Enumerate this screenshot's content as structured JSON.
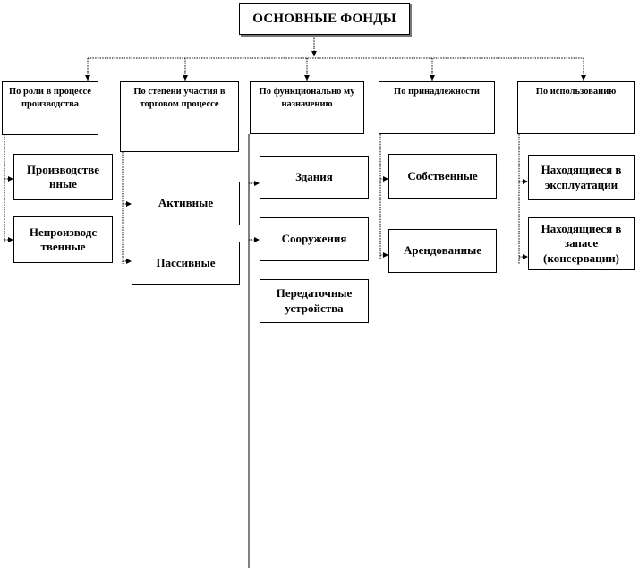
{
  "root": {
    "label": "ОСНОВНЫЕ ФОНДЫ"
  },
  "categories": [
    {
      "label": "По роли в процессе производства",
      "children": [
        "Производственные",
        "Непроизводственные"
      ]
    },
    {
      "label": "По степени участия в торговом процессе",
      "children": [
        "Активные",
        "Пассивные"
      ]
    },
    {
      "label": "По функциональному назначению",
      "children": [
        "Здания",
        "Сооружения",
        "Передаточные устройства"
      ]
    },
    {
      "label": "По принадлежности",
      "children": [
        "Собственные",
        "Арендованные"
      ]
    },
    {
      "label": "По использованию",
      "children": [
        "Находящиеся в эксплуатации",
        "Находящиеся в запасе (консервации)"
      ]
    }
  ],
  "display": {
    "c0_head": "По роли в процессе производства",
    "c0_i0": "Производстве нные",
    "c0_i1": "Непроизводс твенные",
    "c1_head": "По степени участия в торговом процессе",
    "c1_i0": "Активные",
    "c1_i1": "Пассивные",
    "c2_head": "По функционально му назначению",
    "c2_i0": "Здания",
    "c2_i1": "Сооружения",
    "c2_i2": "Передаточные устройства",
    "c3_head": "По принадлежности",
    "c3_i0": "Собственные",
    "c3_i1": "Арендованные",
    "c4_head": "По использованию",
    "c4_i0": "Находящиеся в эксплуатации",
    "c4_i1": "Находящиеся в запасе (консервации)"
  }
}
